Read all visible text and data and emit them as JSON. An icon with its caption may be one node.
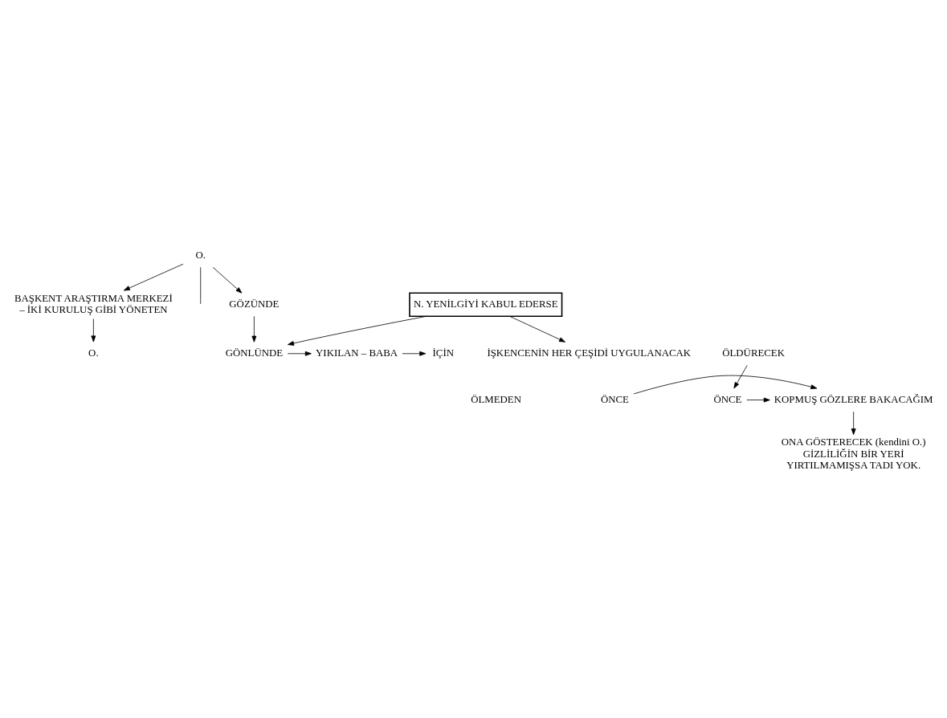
{
  "diagram": {
    "nodes": [
      {
        "text": [
          "O."
        ]
      },
      {
        "text": [
          "N. YENİLGİYİ KABUL EDERSE"
        ]
      },
      {
        "text": [
          "GÖZÜNDE"
        ]
      },
      {
        "text": [
          "GÖNLÜNDE"
        ]
      },
      {
        "text": [
          "YIKILAN – BABA"
        ]
      },
      {
        "text": [
          "İÇİN"
        ]
      },
      {
        "text": [
          "İŞKENCENİN HER ÇEŞİDİ UYGULANACAK"
        ]
      },
      {
        "text": [
          "ÖLDÜRECEK"
        ]
      },
      {
        "text": [
          "ÖNCE"
        ]
      },
      {
        "text": [
          "KOPMUŞ GÖZLERE BAKACAĞIM"
        ]
      },
      {
        "text": [
          "ÖNCE"
        ]
      },
      {
        "text": [
          "ONA GÖSTERECEK (kendini O.) GİZLİLİĞİN BİR YERİ YIRTILMAMIŞSA TADI YOK."
        ]
      },
      {
        "text": [
          "BAŞKENT ARAŞTIRMA MERKEZİ – İKİ KURULUŞ GİBİ YÖNETEN"
        ]
      },
      {
        "text": [
          "O."
        ]
      }
    ],
    "edges": [
      {
        "from": 0,
        "to": 2,
        "arrow": "to"
      },
      {
        "from": 2,
        "to": 3,
        "arrow": "to"
      },
      {
        "from": 3,
        "to": 4,
        "arrow": "to"
      },
      {
        "from": 4,
        "to": 5,
        "arrow": "to"
      },
      {
        "from": 1,
        "to": 6,
        "arrow": "to"
      },
      {
        "from": 1,
        "to": 3,
        "arrow": "to"
      },
      {
        "from": 7,
        "to": 10,
        "arrow": "to"
      },
      {
        "from": 8,
        "to": 9,
        "arrow": "to"
      },
      {
        "from": 10,
        "to": 9,
        "arrow": "to"
      },
      {
        "from": 9,
        "to": 11,
        "arrow": "to"
      },
      {
        "from": 0,
        "to": 12,
        "arrow": "to"
      },
      {
        "from": 0,
        "to": null,
        "arrow": "none"
      },
      {
        "from": 12,
        "to": 13,
        "arrow": "to"
      }
    ],
    "labels": [
      "ÖLMEDEN"
    ]
  }
}
